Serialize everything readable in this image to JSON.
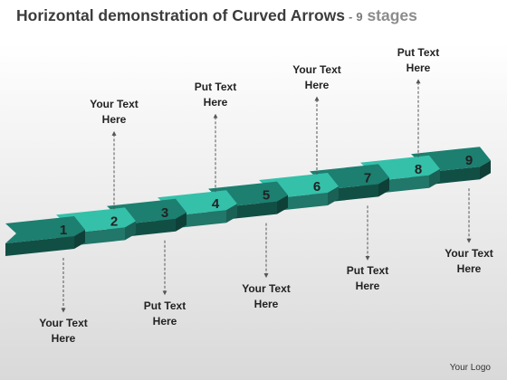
{
  "title": {
    "main": "Horizontal demonstration of Curved Arrows",
    "separator": "-",
    "count": "9",
    "suffix": "stages"
  },
  "stages": [
    {
      "number": "1",
      "label": "Your Text\nHere",
      "label_side": "below"
    },
    {
      "number": "2",
      "label": "Your Text\nHere",
      "label_side": "above"
    },
    {
      "number": "3",
      "label": "Put Text\nHere",
      "label_side": "below"
    },
    {
      "number": "4",
      "label": "Put Text\nHere",
      "label_side": "above"
    },
    {
      "number": "5",
      "label": "Your Text\nHere",
      "label_side": "below"
    },
    {
      "number": "6",
      "label": "Your Text\nHere",
      "label_side": "above"
    },
    {
      "number": "7",
      "label": "Put Text\nHere",
      "label_side": "below"
    },
    {
      "number": "8",
      "label": "Put Text\nHere",
      "label_side": "above"
    },
    {
      "number": "9",
      "label": "Your Text\nHere",
      "label_side": "below"
    }
  ],
  "logo": "Your Logo",
  "colors": {
    "dark_teal": "#1c7f70",
    "light_teal": "#35c0aa",
    "connector": "#555555"
  }
}
